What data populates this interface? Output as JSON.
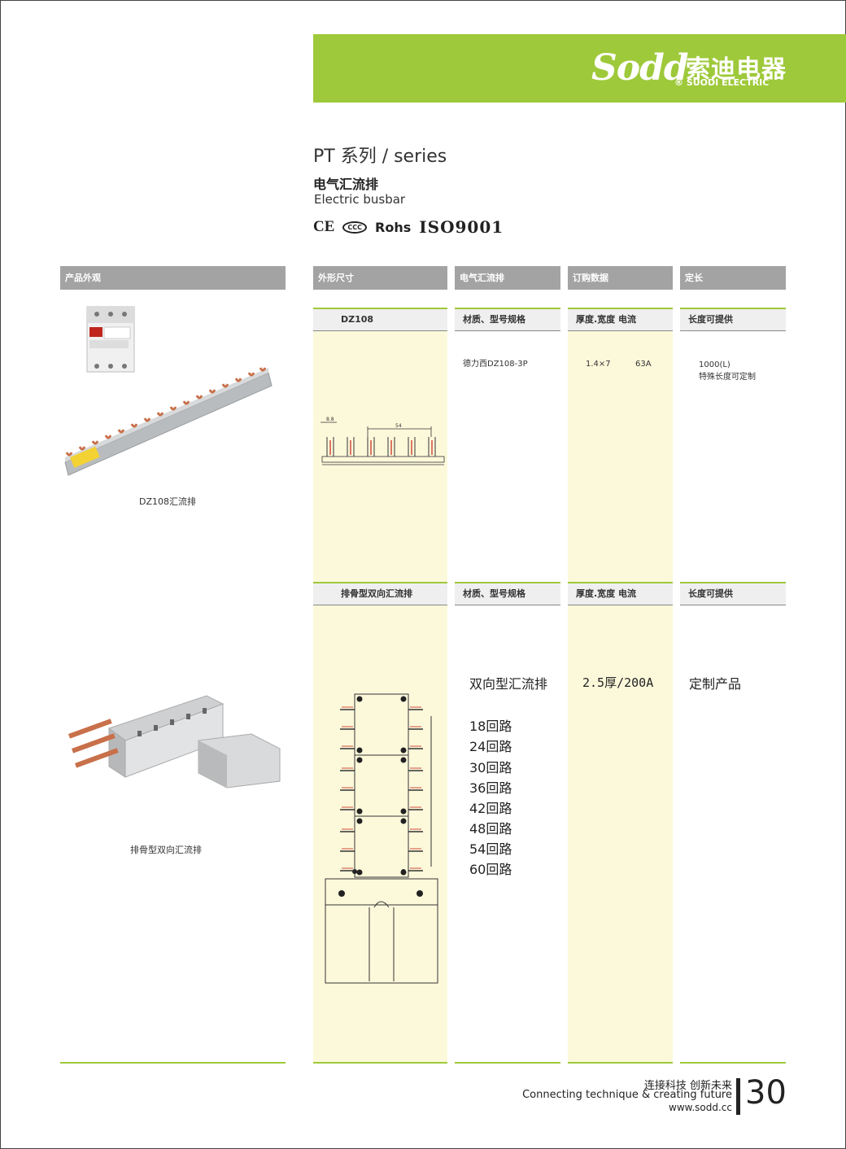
{
  "brand": {
    "logo_script": "Sodd",
    "logo_cn": "索迪电器",
    "logo_en": "® SUODI ELECTRIC"
  },
  "header": {
    "series_title": "PT 系列 / series",
    "subtitle_cn": "电气汇流排",
    "subtitle_en": "Electric busbar",
    "certs": {
      "ce": "CE",
      "ccc": "CCC",
      "rohs": "Rohs",
      "iso": "ISO9001"
    }
  },
  "columns": {
    "appearance": "产品外观",
    "dimensions": "外形尺寸",
    "busbar": "电气汇流排",
    "order": "订购数据",
    "length": "定长"
  },
  "section1": {
    "model": "DZ108",
    "spec_head": "材质、型号规格",
    "order_head": "厚度.宽度 电流",
    "length_head": "长度可提供",
    "spec": "德力西DZ108-3P",
    "thickness": "1.4×7",
    "current": "63A",
    "length_1": "1000(L)",
    "length_2": "特殊长度可定制",
    "caption": "DZ108汇流排"
  },
  "section2": {
    "model": "排骨型双向汇流排",
    "spec_head": "材质、型号规格",
    "order_head": "厚度.宽度 电流",
    "length_head": "长度可提供",
    "product_type": "双向型汇流排",
    "rating": "2.5厚/200A",
    "custom": "定制产品",
    "circuits": [
      "18回路",
      "24回路",
      "30回路",
      "36回路",
      "42回路",
      "48回路",
      "54回路",
      "60回路"
    ],
    "caption": "排骨型双向汇流排"
  },
  "drawing_labels": {
    "dim_small": "8.8",
    "dim_pitch": "54"
  },
  "footer": {
    "slogan_cn": "连接科技 创新未来",
    "slogan_en": "Connecting technique & creating future",
    "url": "www.sodd.cc",
    "page": "30"
  },
  "colors": {
    "accent": "#9ec93a",
    "header_gray": "#a3a3a3",
    "column_bg": "#fcf9db",
    "copper": "#c8704a"
  }
}
